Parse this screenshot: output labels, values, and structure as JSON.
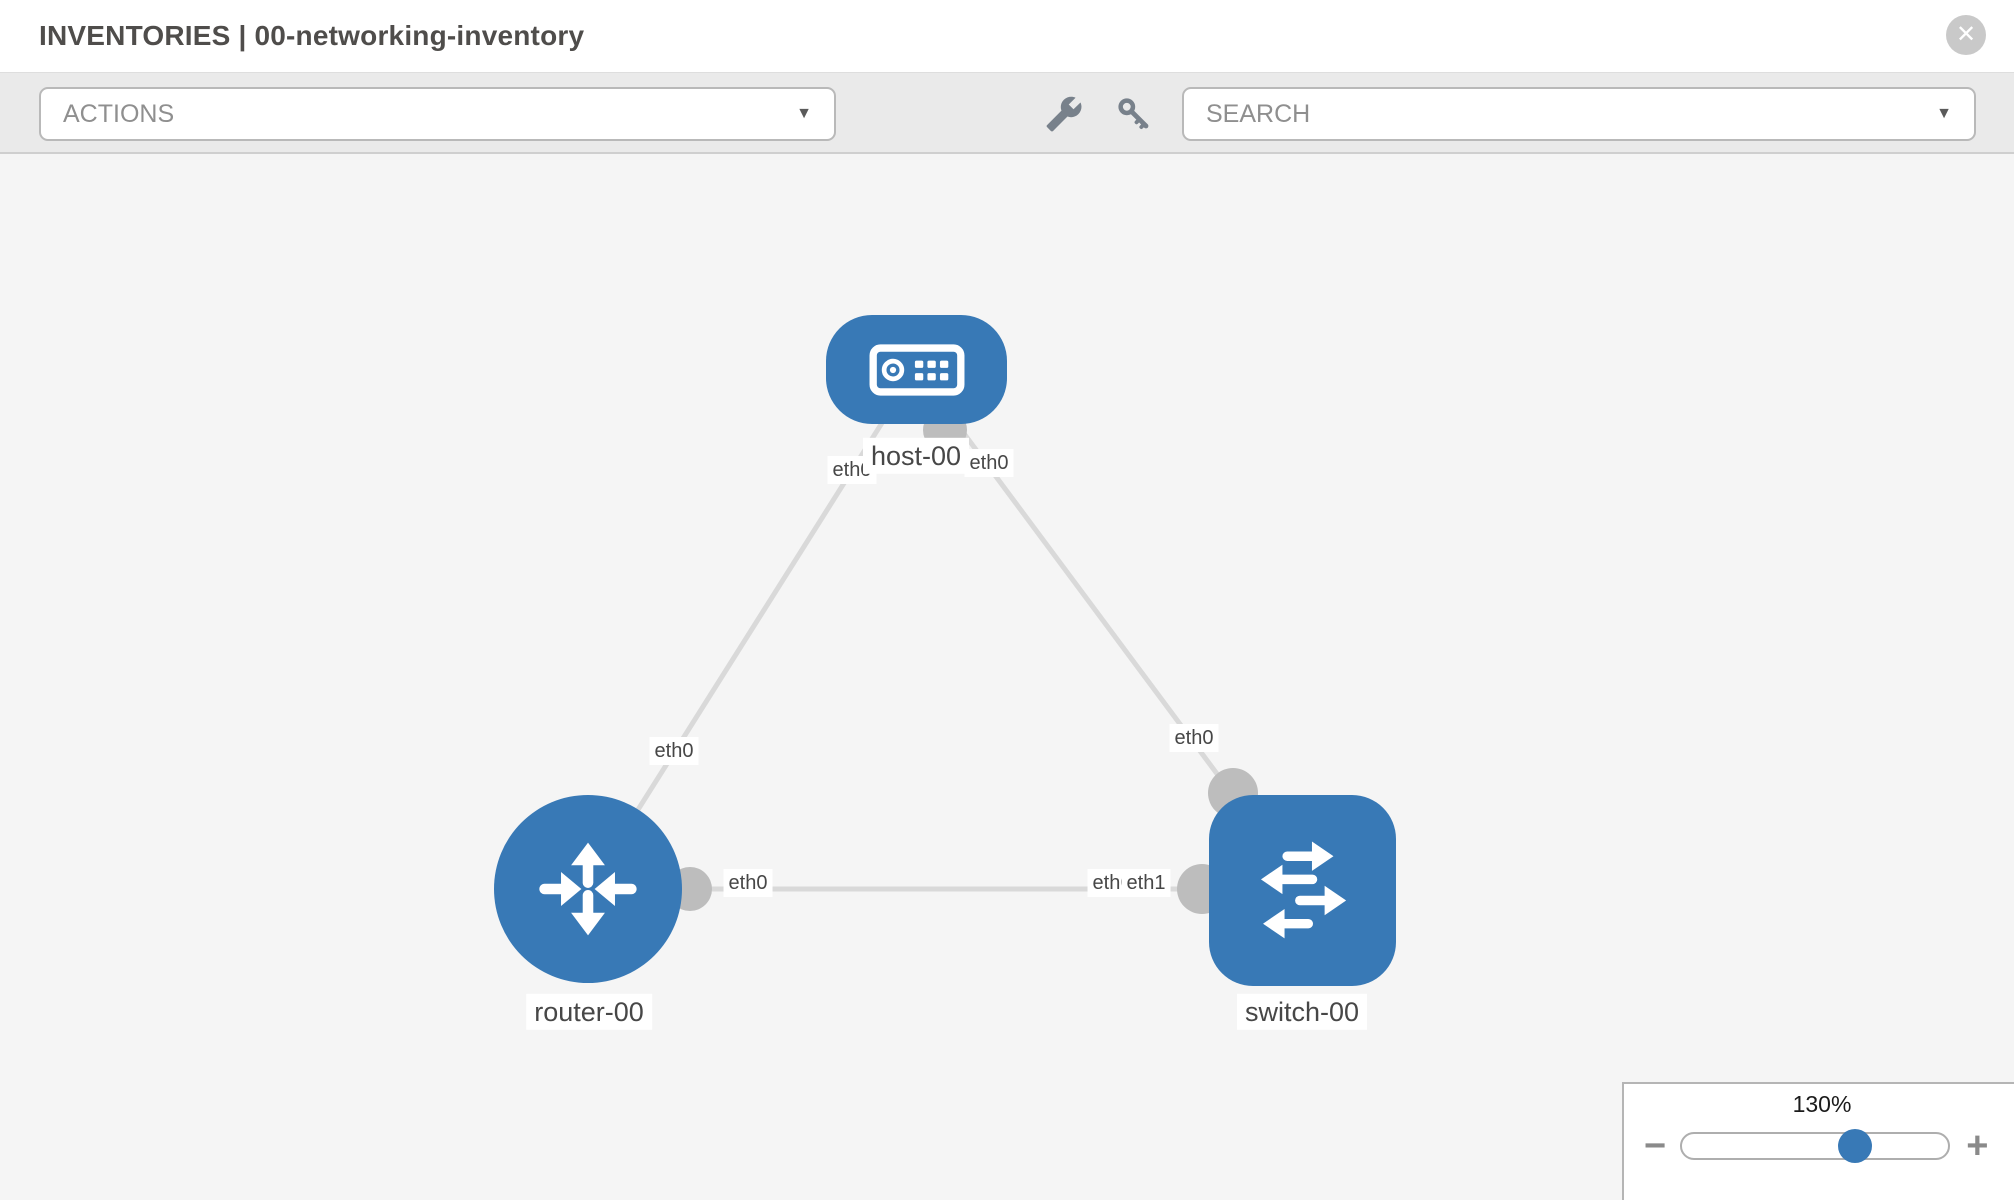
{
  "header": {
    "title": "INVENTORIES | 00-networking-inventory"
  },
  "toolbar": {
    "actions_placeholder": "ACTIONS",
    "search_placeholder": "SEARCH"
  },
  "icons": {
    "close": "✕",
    "caret_down": "▼",
    "minus": "−",
    "plus": "+"
  },
  "colors": {
    "node_blue": "#3879b6",
    "edge_gray": "#d9d9d9",
    "connector_gray": "#bdbdbd",
    "canvas_bg": "#f5f5f5"
  },
  "topology": {
    "nodes": [
      {
        "id": "host-00",
        "type": "host",
        "label": "host-00"
      },
      {
        "id": "router-00",
        "type": "router",
        "label": "router-00"
      },
      {
        "id": "switch-00",
        "type": "switch",
        "label": "switch-00"
      }
    ],
    "labels": {
      "host": "host-00",
      "router": "router-00",
      "switch": "switch-00"
    },
    "interfaces": {
      "host_left": "eth0",
      "host_right": "eth0",
      "router_top": "eth0",
      "router_right": "eth0",
      "switch_top": "eth0",
      "switch_left_back": "eth0",
      "switch_left_front": "eth1"
    },
    "edges": [
      {
        "from": "host-00",
        "from_if": "eth0",
        "to": "router-00",
        "to_if": "eth0"
      },
      {
        "from": "host-00",
        "from_if": "eth0",
        "to": "switch-00",
        "to_if": "eth0"
      },
      {
        "from": "router-00",
        "from_if": "eth0",
        "to": "switch-00",
        "to_if": "eth1"
      }
    ]
  },
  "zoom_control": {
    "level": "130%"
  }
}
